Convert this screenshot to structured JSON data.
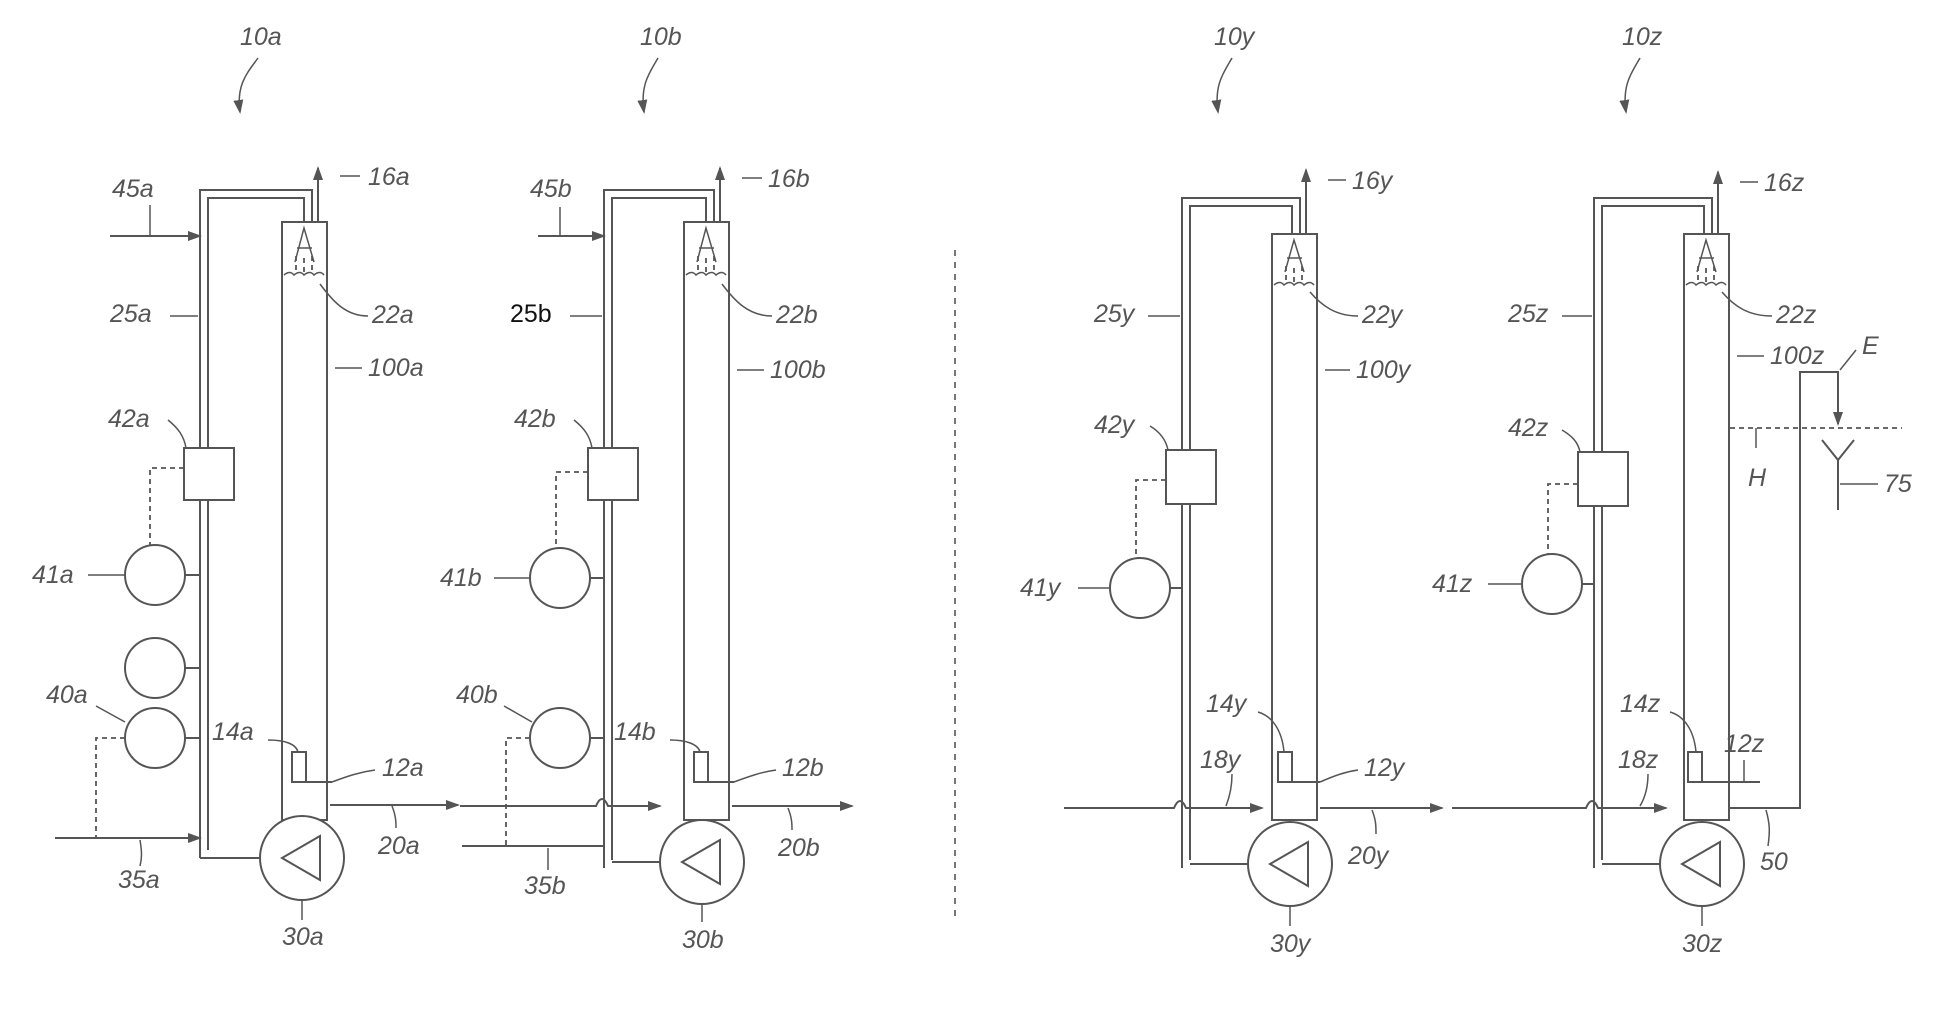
{
  "figure": {
    "panels": [
      {
        "id": "10a",
        "labels": {
          "system": "10a",
          "outlet": "16a",
          "column_line": "25a",
          "supply": "45a",
          "nozzle": "22a",
          "vessel": "100a",
          "controller": "42a",
          "pressure_gauge": "41a",
          "sensor": "40a",
          "level": "14a",
          "inlet": "12a",
          "pump_line": "35a",
          "outflow": "20a",
          "pump": "30a"
        }
      },
      {
        "id": "10b",
        "labels": {
          "system": "10b",
          "outlet": "16b",
          "column_line": "25b",
          "supply": "45b",
          "nozzle": "22b",
          "vessel": "100b",
          "controller": "42b",
          "pressure_gauge": "41b",
          "sensor": "40b",
          "level": "14b",
          "inlet": "12b",
          "pump_line": "35b",
          "outflow": "20b",
          "pump": "30b"
        }
      },
      {
        "id": "10y",
        "labels": {
          "system": "10y",
          "outlet": "16y",
          "column_line": "25y",
          "nozzle": "22y",
          "vessel": "100y",
          "controller": "42y",
          "pressure_gauge": "41y",
          "level": "14y",
          "inlet": "12y",
          "feed": "18y",
          "outflow": "20y",
          "pump": "30y"
        }
      },
      {
        "id": "10z",
        "labels": {
          "system": "10z",
          "outlet": "16z",
          "column_line": "25z",
          "nozzle": "22z",
          "vessel": "100z",
          "controller": "42z",
          "pressure_gauge": "41z",
          "level": "14z",
          "inlet": "12z",
          "feed": "18z",
          "return_line": "50",
          "pump": "30z",
          "elevation": "E",
          "height": "H",
          "drain": "75"
        }
      }
    ]
  }
}
